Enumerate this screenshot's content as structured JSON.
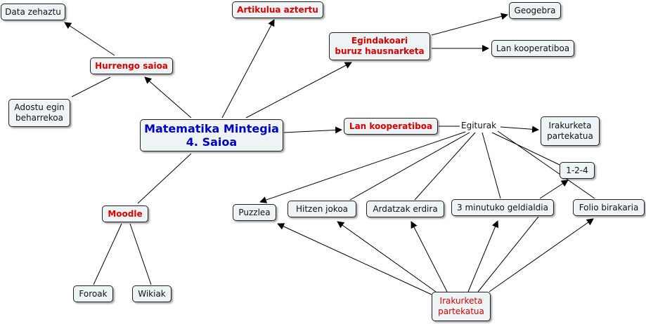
{
  "nodes": {
    "data_zehaztu": "Data zehaztu",
    "artikulua_aztertu": "Artikulua aztertu",
    "geogebra": "Geogebra",
    "egindakoari": "Egindakoari\nburuz hausnarketa",
    "lan_koop_top": "Lan kooperatiboa",
    "hurrengo_saioa": "Hurrengo saioa",
    "adostu": "Adostu egin\nbeharrekoa",
    "main": "Matematika Mintegia\n4. Saioa",
    "lan_koop_mid": "Lan kooperatiboa",
    "egiturak": "Egiturak",
    "irakurketa_top": "Irakurketa\npartekatua",
    "one_two_four": "1-2-4",
    "moodle": "Moodle",
    "puzzlea": "Puzzlea",
    "hitzen_jokoa": "Hitzen jokoa",
    "ardatzak": "Ardatzak erdira",
    "hiru_minutu": "3 minutuko geldialdia",
    "folio": "Folio birakaria",
    "foroak": "Foroak",
    "wikiak": "Wikiak",
    "irakurketa_bottom": "Irakurketa\npartekatua"
  },
  "colors": {
    "highlight": "#e00000",
    "main_title": "#0000cc",
    "node_fill": "#eef3f6"
  }
}
